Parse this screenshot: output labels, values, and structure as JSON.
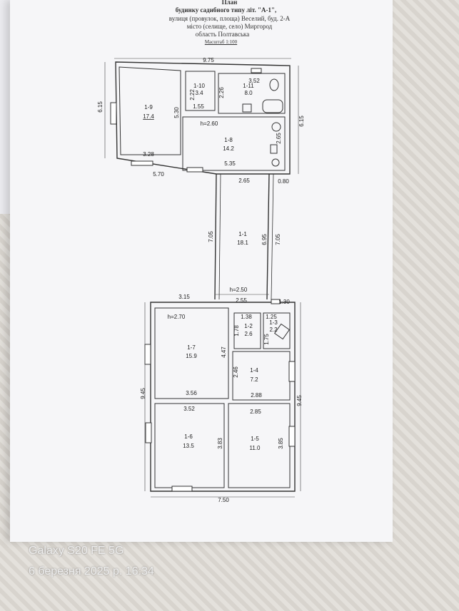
{
  "header": {
    "line1": "План",
    "line2": "будинку садибного типу літ. \"А-1\",",
    "line3": "вулиця (провулок, площа) Веселий, буд. 2-А",
    "line4": "місто (селище, село) Миргород",
    "line5": "область Полтавська",
    "scale": "Масштаб 1:100"
  },
  "rooms": {
    "r1_9": {
      "id": "1-9",
      "area": "17.4"
    },
    "r1_10": {
      "id": "1-10",
      "area": "3.4"
    },
    "r1_11": {
      "id": "1-11",
      "area": "8.0"
    },
    "r1_8": {
      "id": "1-8",
      "area": "14.2"
    },
    "r1_1": {
      "id": "1-1",
      "area": "18.1"
    },
    "r1_7": {
      "id": "1-7",
      "area": "15.9"
    },
    "r1_2": {
      "id": "1-2",
      "area": "2.6"
    },
    "r1_3": {
      "id": "1-3",
      "area": "2.2"
    },
    "r1_4": {
      "id": "1-4",
      "area": "7.2"
    },
    "r1_6": {
      "id": "1-6",
      "area": "13.5"
    },
    "r1_5": {
      "id": "1-5",
      "area": "11.0"
    }
  },
  "dims": {
    "d975": "9.75",
    "d615a": "6.15",
    "d615b": "6.15",
    "d530": "5.30",
    "d222": "2.22",
    "d226": "2.26",
    "d352": "3.52",
    "d155": "1.55",
    "h260": "h=2.60",
    "d265v": "2.65",
    "d328": "3.28",
    "d570": "5.70",
    "d535": "5.35",
    "d265": "2.65",
    "d080": "0.80",
    "d705a": "7.05",
    "d695": "6.95",
    "d705b": "7.05",
    "d315": "3.15",
    "h250": "h=2.50",
    "d130": "1.30",
    "d255": "2.55",
    "d138": "1.38",
    "d125": "1.25",
    "h270": "h=2.70",
    "d178": "1.78",
    "d175": "1.75",
    "d447": "4.47",
    "d246": "2.46",
    "d945a": "9.45",
    "d945b": "9.45",
    "d356": "3.56",
    "d288": "2.88",
    "d352b": "3.52",
    "d285": "2.85",
    "d383": "3.83",
    "d385": "3.85",
    "d750": "7.50"
  },
  "stamp": {
    "device": "Galaxy S20 FE 5G",
    "datetime": "6 березня 2025 р. 16:34"
  }
}
